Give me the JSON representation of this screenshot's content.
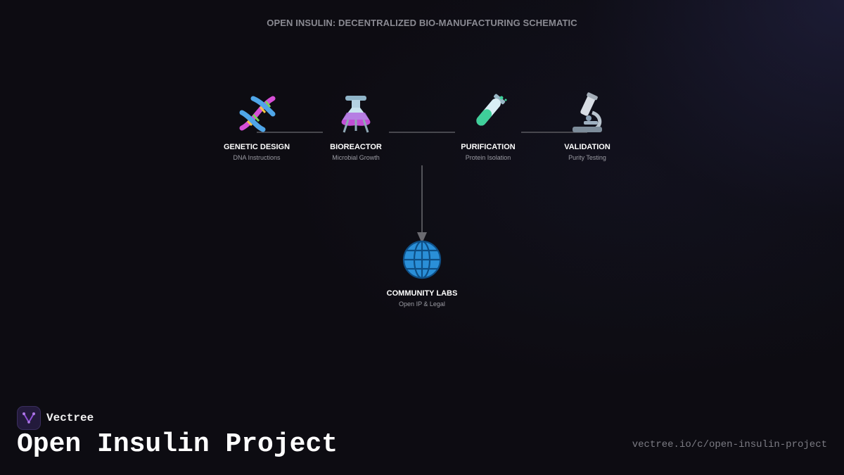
{
  "diagram": {
    "title": "OPEN INSULIN: DECENTRALIZED BIO-MANUFACTURING SCHEMATIC",
    "nodes": [
      {
        "id": "genetic-design",
        "icon": "dna-icon",
        "label": "GENETIC DESIGN",
        "sub": "DNA Instructions"
      },
      {
        "id": "bioreactor",
        "icon": "flask-icon",
        "label": "BIOREACTOR",
        "sub": "Microbial Growth"
      },
      {
        "id": "purification",
        "icon": "test-tube-icon",
        "label": "PURIFICATION",
        "sub": "Protein Isolation"
      },
      {
        "id": "validation",
        "icon": "microscope-icon",
        "label": "VALIDATION",
        "sub": "Purity Testing"
      },
      {
        "id": "community-labs",
        "icon": "globe-icon",
        "label": "COMMUNITY LABS",
        "sub": "Open IP & Legal"
      }
    ],
    "edges": [
      {
        "from": "genetic-design",
        "to": "bioreactor"
      },
      {
        "from": "bioreactor",
        "to": "purification"
      },
      {
        "from": "purification",
        "to": "validation"
      },
      {
        "from": "bioreactor",
        "to": "community-labs",
        "arrow": true
      }
    ]
  },
  "footer": {
    "brand": "Vectree",
    "headline": "Open Insulin Project",
    "url": "vectree.io/c/open-insulin-project"
  },
  "colors": {
    "background": "#0d0c12",
    "connector": "#5a5a60",
    "brand_accent": "#8e4fd6"
  }
}
